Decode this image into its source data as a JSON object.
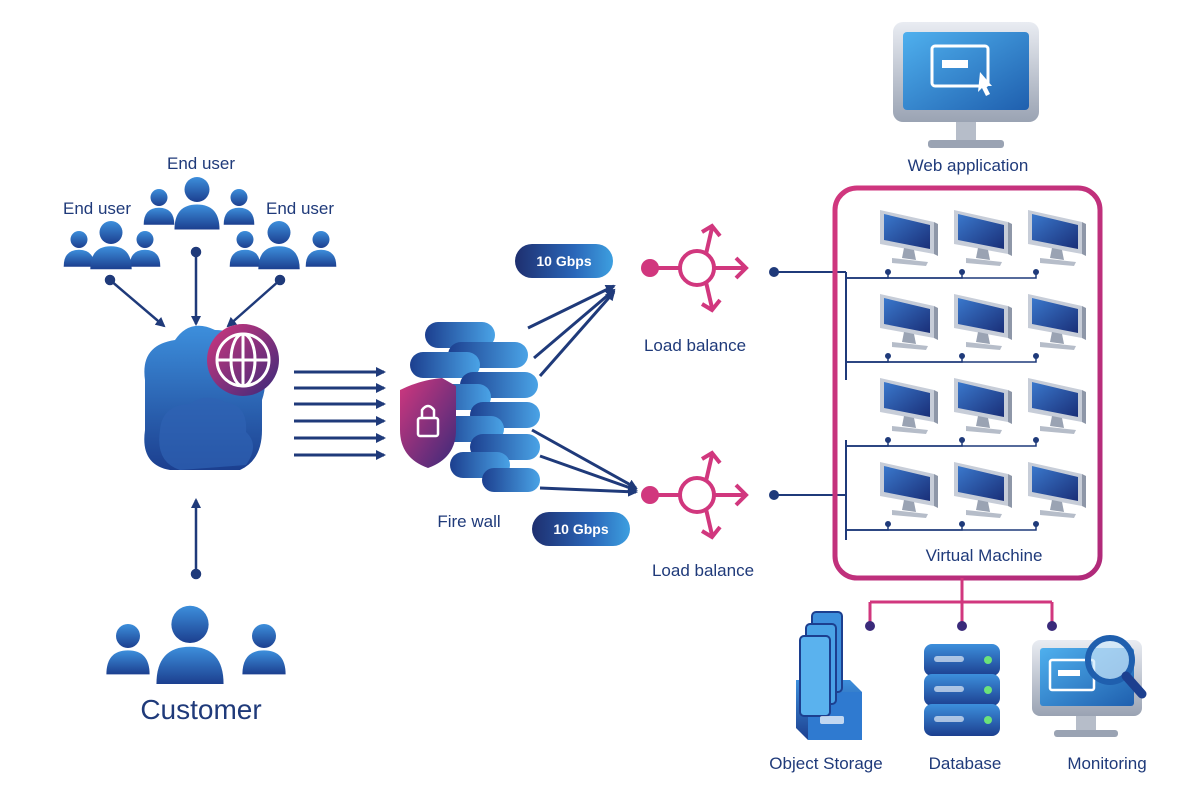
{
  "colors": {
    "navy": "#1f3a7a",
    "blue": "#2a6fc0",
    "light_blue": "#3d9fe0",
    "magenta": "#d1377e",
    "purple": "#4a2a7a"
  },
  "labels": {
    "end_user_top": "End user",
    "end_user_left": "End user",
    "end_user_right": "End user",
    "customer": "Customer",
    "firewall": "Fire wall",
    "speed_top": "10 Gbps",
    "speed_bottom": "10 Gbps",
    "load_balance_top": "Load balance",
    "load_balance_bottom": "Load balance",
    "web_application": "Web application",
    "virtual_machine": "Virtual Machine",
    "object_storage": "Object Storage",
    "database": "Database",
    "monitoring": "Monitoring"
  },
  "icons": {
    "user_group": "users-icon",
    "cloud": "cloud-icon",
    "globe": "globe-icon",
    "firewall": "firewall-icon",
    "lock": "lock-icon",
    "load_balancer": "load-balancer-icon",
    "monitor": "monitor-icon",
    "storage": "storage-icon",
    "database": "database-icon",
    "magnifier": "magnifier-icon"
  },
  "vm_grid": {
    "rows": 4,
    "cols": 3
  }
}
